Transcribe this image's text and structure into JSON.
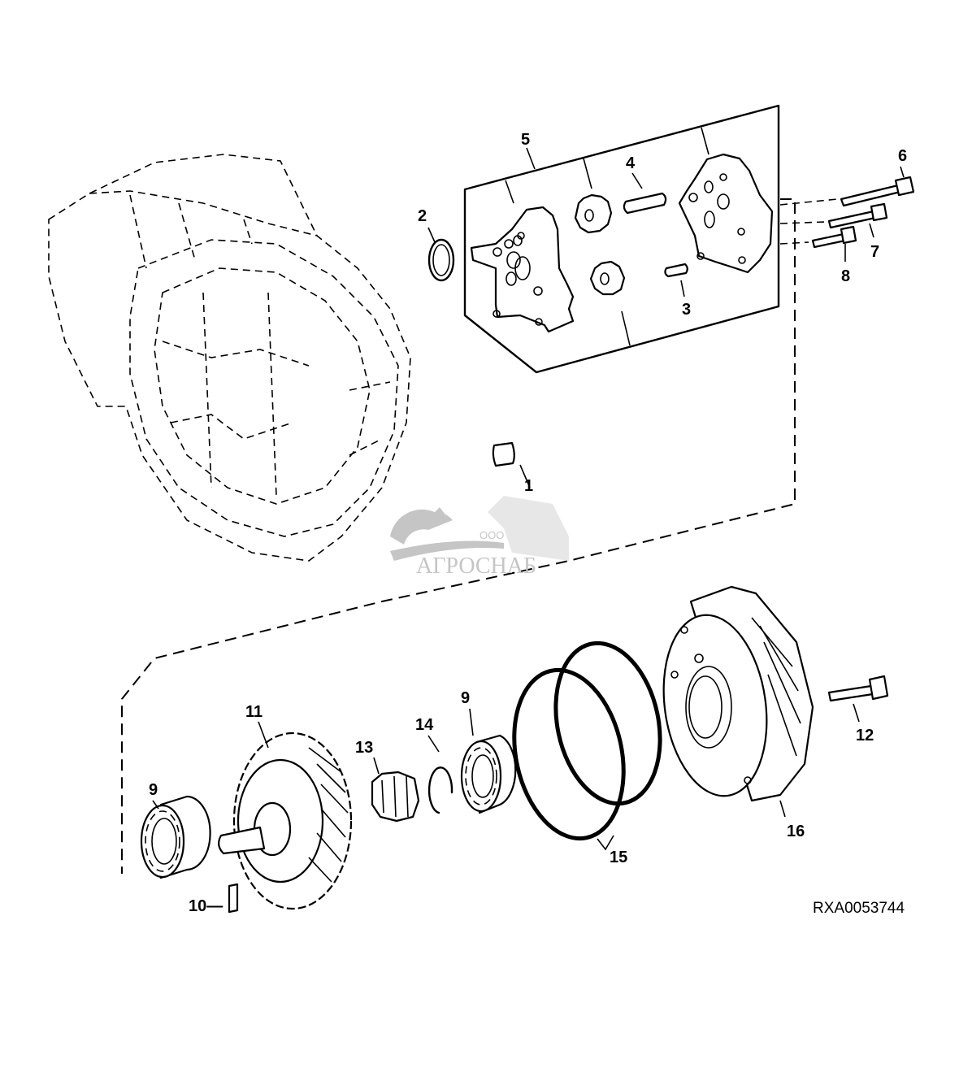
{
  "diagram": {
    "reference_code": "RXA0053744",
    "callouts": {
      "c1": "1",
      "c2": "2",
      "c3": "3",
      "c4": "4",
      "c5": "5",
      "c6": "6",
      "c7": "7",
      "c8": "8",
      "c9a": "9",
      "c9b": "9",
      "c10": "10—",
      "c11": "11",
      "c12": "12",
      "c13": "13",
      "c14": "14",
      "c15": "15",
      "c16": "16"
    }
  },
  "watermark": {
    "prefix": "ООО",
    "name": "АГРОСНАБ"
  },
  "colors": {
    "line": "#000000",
    "background": "#ffffff",
    "watermark": "#bfbfbf"
  }
}
